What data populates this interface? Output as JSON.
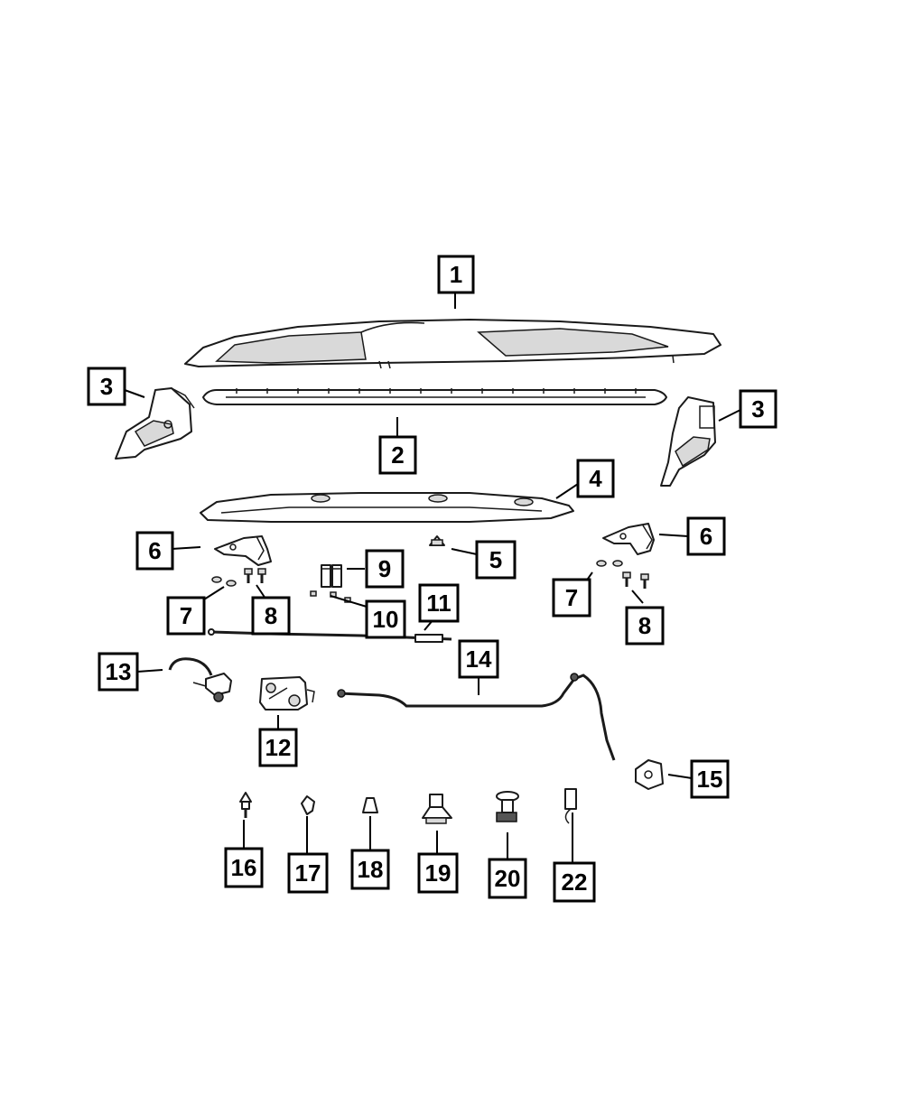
{
  "callouts": [
    {
      "id": "c1",
      "label": "1"
    },
    {
      "id": "c2",
      "label": "2"
    },
    {
      "id": "c3a",
      "label": "3"
    },
    {
      "id": "c3b",
      "label": "3"
    },
    {
      "id": "c4",
      "label": "4"
    },
    {
      "id": "c5",
      "label": "5"
    },
    {
      "id": "c6a",
      "label": "6"
    },
    {
      "id": "c6b",
      "label": "6"
    },
    {
      "id": "c7a",
      "label": "7"
    },
    {
      "id": "c7b",
      "label": "7"
    },
    {
      "id": "c8a",
      "label": "8"
    },
    {
      "id": "c8b",
      "label": "8"
    },
    {
      "id": "c9",
      "label": "9"
    },
    {
      "id": "c10",
      "label": "10"
    },
    {
      "id": "c11",
      "label": "11"
    },
    {
      "id": "c12",
      "label": "12"
    },
    {
      "id": "c13",
      "label": "13"
    },
    {
      "id": "c14",
      "label": "14"
    },
    {
      "id": "c15",
      "label": "15"
    },
    {
      "id": "c16",
      "label": "16"
    },
    {
      "id": "c17",
      "label": "17"
    },
    {
      "id": "c18",
      "label": "18"
    },
    {
      "id": "c19",
      "label": "19"
    },
    {
      "id": "c20",
      "label": "20"
    },
    {
      "id": "c22",
      "label": "22"
    }
  ],
  "colors": {
    "ink": "#000000",
    "paper": "#ffffff",
    "shade": "#d9d9d9"
  }
}
